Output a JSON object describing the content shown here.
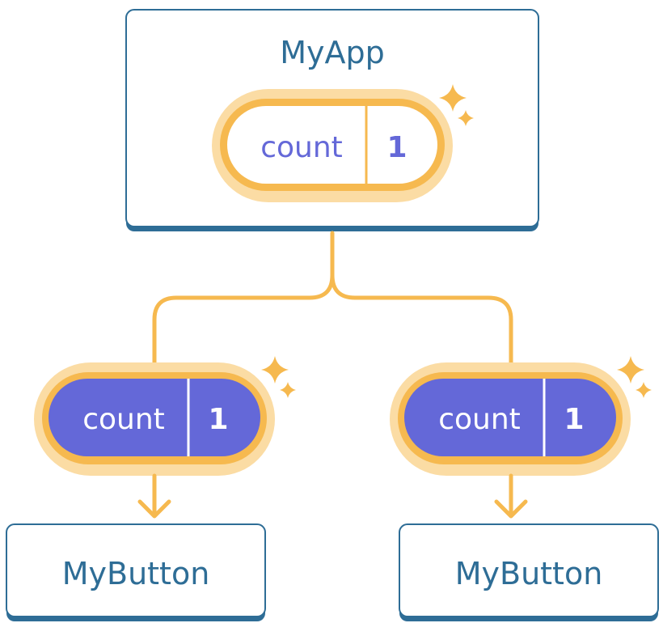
{
  "parent": {
    "title": "MyApp",
    "state": {
      "name": "count",
      "value": "1"
    }
  },
  "children": [
    {
      "title": "MyButton",
      "prop": {
        "name": "count",
        "value": "1"
      }
    },
    {
      "title": "MyButton",
      "prop": {
        "name": "count",
        "value": "1"
      }
    }
  ],
  "colors": {
    "component_border": "#2e6d96",
    "title_text": "#2e6d96",
    "highlight": "#f6b94f",
    "highlight_glow": "#fbdca4",
    "prop_fill": "#6468d8",
    "state_text": "#6468d8"
  },
  "icons": [
    "sparkle-icon",
    "arrow-down-icon"
  ]
}
